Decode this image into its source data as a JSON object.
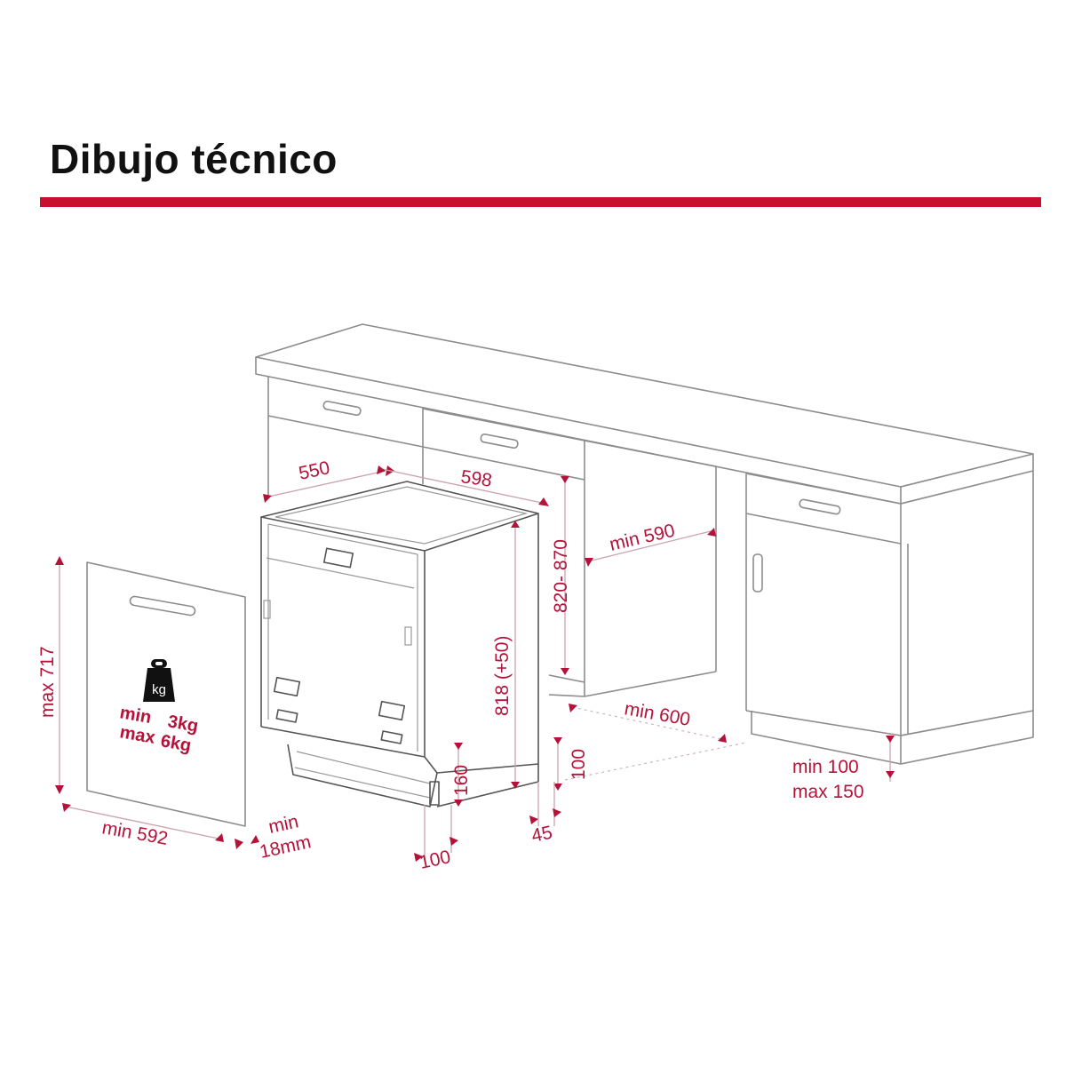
{
  "header": {
    "title": "Dibujo técnico"
  },
  "colors": {
    "accent": "#c8102e",
    "dimension": "#b5123a",
    "lines": "#8c8c8c"
  },
  "dimensions": {
    "depth": "550",
    "width": "598",
    "cabinet_depth": "min 590",
    "niche_height": "820- 870",
    "appliance_height": "818 (+50)",
    "niche_width": "min 600",
    "plinth_height": "100",
    "plinth_gap": "160",
    "plinth_setback": "45",
    "foot_depth": "100",
    "panel_max_height": "max 717",
    "panel_min_width": "min 592",
    "panel_thickness_line1": "min",
    "panel_thickness_line2": "18mm",
    "plinth_range_line1": "min 100",
    "plinth_range_line2": "max 150"
  },
  "weight": {
    "icon": "kg-weight-icon",
    "unit": "kg",
    "min_label": "min",
    "min_value": "3kg",
    "max_label": "max",
    "max_value": "6kg"
  }
}
